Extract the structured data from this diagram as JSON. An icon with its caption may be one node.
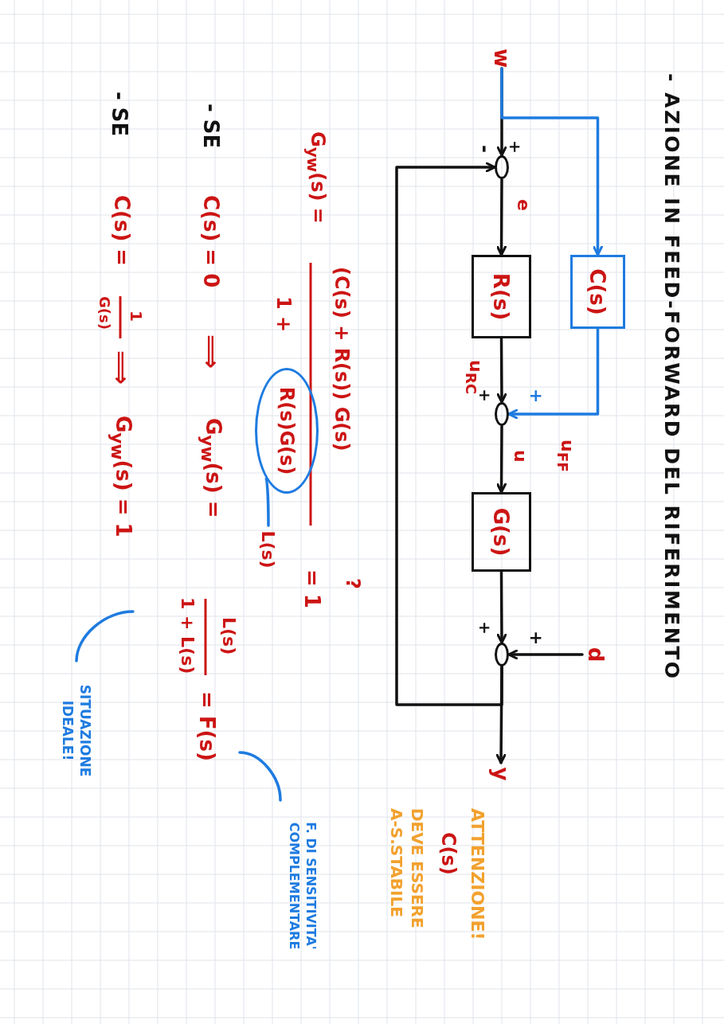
{
  "diagram": {
    "title": "- AZIONE IN FEED-FORWARD DEL RIFERIMENTO",
    "nodes": [
      {
        "text": [
          "w"
        ]
      },
      {
        "text": [],
        "shape": "circle"
      },
      {
        "text": [
          "R(s)"
        ]
      },
      {
        "text": [
          "C(s)"
        ]
      },
      {
        "text": [],
        "shape": "circle"
      },
      {
        "text": [
          "G(s)"
        ]
      },
      {
        "text": [],
        "shape": "circle"
      },
      {
        "text": [
          "d"
        ]
      },
      {
        "text": [
          "y"
        ]
      },
      {
        "text": [
          "R(s)G(s)"
        ]
      },
      {
        "text": [
          "L(s)"
        ]
      },
      {
        "text": [
          "F. DI SENSITIVITA' COMPLEMENTARE"
        ]
      },
      {
        "text": [
          "SITUAZIONE IDEALE!"
        ]
      }
    ],
    "edges": [
      {
        "from": 0,
        "to": 1,
        "arrow": "to"
      },
      {
        "from": 0,
        "to": 3,
        "arrow": "to",
        "color": "#1e7be0"
      },
      {
        "from": 1,
        "to": 2,
        "arrow": "to",
        "label": "e"
      },
      {
        "from": 2,
        "to": 4,
        "arrow": "to",
        "label": "u$_{RC}$"
      },
      {
        "from": 3,
        "to": 4,
        "arrow": "to",
        "label": "u$_{FF}$",
        "color": "#1e7be0"
      },
      {
        "from": 4,
        "to": 5,
        "arrow": "to",
        "label": "u"
      },
      {
        "from": 5,
        "to": 6,
        "arrow": "to"
      },
      {
        "from": 7,
        "to": 6,
        "arrow": "to"
      },
      {
        "from": 6,
        "to": 8,
        "arrow": "to"
      },
      {
        "from": 6,
        "to": 1,
        "arrow": "to"
      },
      {
        "from": 10,
        "to": 9,
        "arrow": "none",
        "color": "#1e7be0"
      },
      {
        "from": 11,
        "to": null,
        "arrow": "none",
        "color": "#1e7be0"
      },
      {
        "from": 12,
        "to": null,
        "arrow": "none",
        "color": "#1e7be0"
      }
    ],
    "labels": [
      "+",
      "-",
      "+",
      "+",
      "+",
      "+",
      "G$_{yw}$(s) =",
      "(C(s) + R(s)) G(s)",
      "1 +",
      "?",
      "= 1",
      "- SE",
      "C(s) = 0",
      "⟹",
      "G$_{yw}$(s) =",
      "L(s)",
      "1 + L(s)",
      "= F(s)",
      "- SE",
      "C(s) =",
      "1",
      "G(s)",
      "⟹",
      "G$_{yw}$(s) = 1",
      "ATTENZIONE!",
      "C(s)",
      "DEVE ESSERE A-S.STABILE"
    ]
  }
}
